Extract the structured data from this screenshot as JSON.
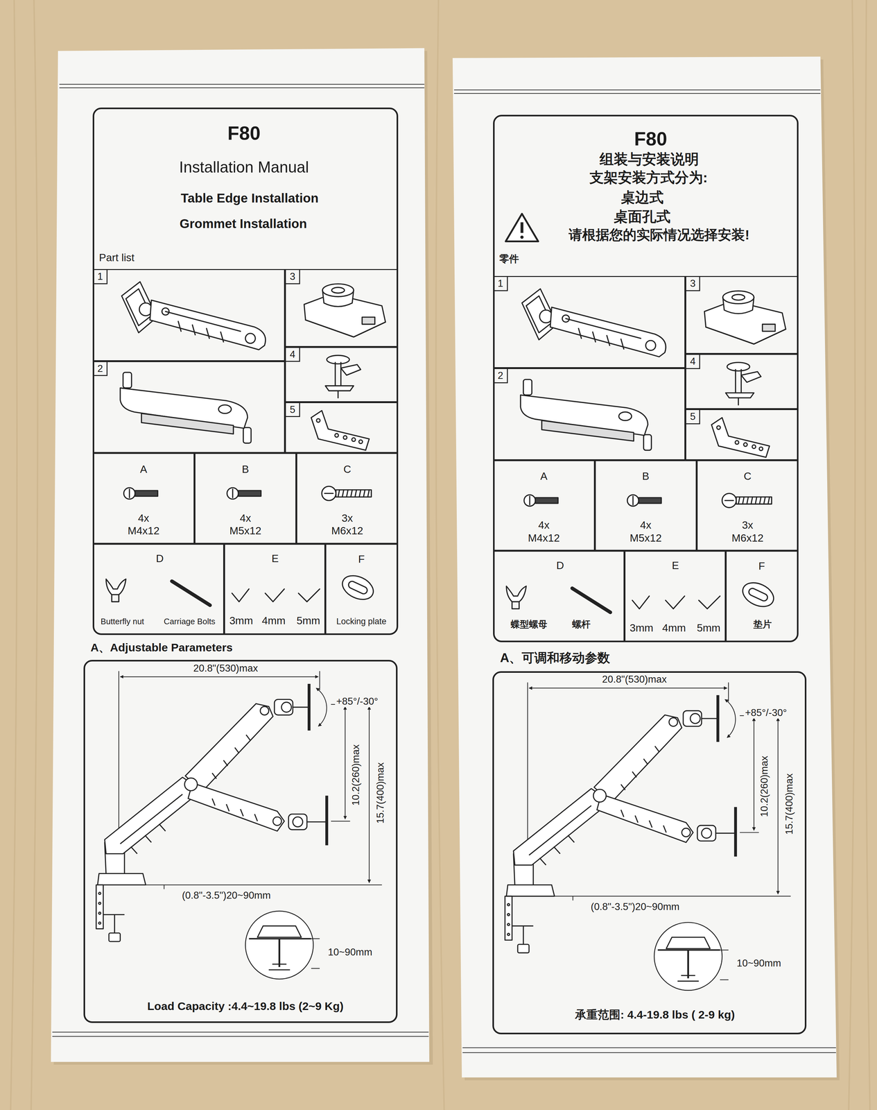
{
  "diagram": {
    "nodes": [
      {
        "text": [
          "F80",
          "Installation Manual",
          "Table Edge Installation",
          "Grommet Installation",
          "Part list"
        ]
      },
      {
        "text": [
          "1"
        ],
        "in": 0
      },
      {
        "text": [
          "2"
        ],
        "in": 0
      },
      {
        "text": [
          "3"
        ],
        "in": 0
      },
      {
        "text": [
          "4"
        ],
        "in": 0
      },
      {
        "text": [
          "5"
        ],
        "in": 0
      },
      {
        "text": [
          "A",
          "4x M4x12"
        ],
        "in": 0
      },
      {
        "text": [
          "B",
          "4x M5x12"
        ],
        "in": 0
      },
      {
        "text": [
          "C",
          "3x M6x12"
        ],
        "in": 0
      },
      {
        "text": [
          "D",
          "Butterfly nut",
          "Carriage Bolts"
        ],
        "in": 0
      },
      {
        "text": [
          "E",
          "3mm",
          "4mm",
          "5mm"
        ],
        "in": 0
      },
      {
        "text": [
          "F",
          "Locking plate"
        ],
        "in": 0
      },
      {
        "text": [
          "A、Adjustable Parameters",
          "Load Capacity :4.4~19.8 lbs (2~9 Kg)"
        ]
      },
      {
        "text": [
          "F80",
          "组装与安装说明",
          "支架安装方式分为:",
          "桌边式",
          "桌面孔式",
          "请根据您的实际情况选择安装!",
          "零件"
        ]
      },
      {
        "text": [
          "1"
        ],
        "in": 13
      },
      {
        "text": [
          "2"
        ],
        "in": 13
      },
      {
        "text": [
          "3"
        ],
        "in": 13
      },
      {
        "text": [
          "4"
        ],
        "in": 13
      },
      {
        "text": [
          "5"
        ],
        "in": 13
      },
      {
        "text": [
          "A",
          "4x M4x12"
        ],
        "in": 13
      },
      {
        "text": [
          "B",
          "4x M5x12"
        ],
        "in": 13
      },
      {
        "text": [
          "C",
          "3x M6x12"
        ],
        "in": 13
      },
      {
        "text": [
          "D",
          "蝶型螺母",
          "螺杆"
        ],
        "in": 13
      },
      {
        "text": [
          "E",
          "3mm",
          "4mm",
          "5mm"
        ],
        "in": 13
      },
      {
        "text": [
          "F",
          "垫片"
        ],
        "in": 13
      },
      {
        "text": [
          "A、可调和移动参数",
          "承重范围: 4.4-19.8 lbs ( 2-9 kg)"
        ]
      }
    ],
    "labels": [
      "20.8\"(530)max",
      "+85°/-30°",
      "10.2(260)max",
      "15.7(400)max",
      "(0.8\"-3.5\")20~90mm",
      "10~90mm",
      "20.8\"(530)max",
      "+85°/-30°",
      "10.2(260)max",
      "15.7(400)max",
      "(0.8\"-3.5\")20~90mm",
      "10~90mm"
    ]
  }
}
